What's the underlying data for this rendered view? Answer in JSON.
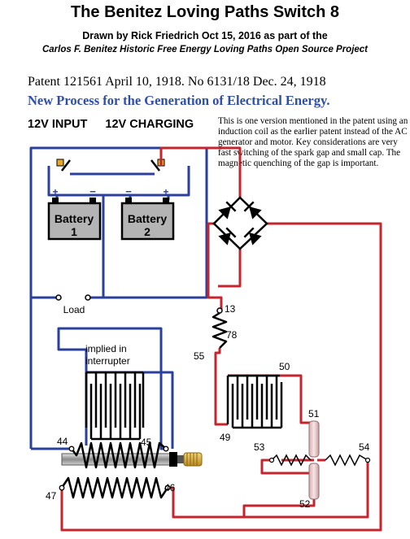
{
  "header": {
    "title": "The Benitez Loving Paths Switch 8",
    "author_line": "Drawn by Rick Friedrich Oct 15, 2016 as part of the",
    "project_line": "Carlos F. Benitez Historic Free Energy Loving Paths Open Source Project"
  },
  "patent": {
    "reference": "Patent 121561  April 10, 1918. No 6131/18  Dec. 24, 1918",
    "process_title": "New Process for the Generation of Electrical Energy."
  },
  "labels": {
    "input": "12V INPUT",
    "charging": "12V CHARGING",
    "note": "This is one version mentioned in the patent using an induction coil as the earlier patent instead of the AC generator and motor. Key considerations are very fast switching of the spark gap and small cap. The magnetic quenching of the gap is important."
  },
  "components": {
    "battery1": {
      "name": "Battery",
      "number": "1",
      "plus": "+",
      "minus": "−"
    },
    "battery2": {
      "name": "Battery",
      "number": "2",
      "plus": "+",
      "minus": "−"
    },
    "load": "Load",
    "interrupter_line1": "implied in",
    "interrupter_line2": "interrupter"
  },
  "nodes": {
    "n13": "13",
    "n78": "78",
    "n55": "55",
    "n50": "50",
    "n49": "49",
    "n51": "51",
    "n52": "52",
    "n53": "53",
    "n54": "54",
    "n44": "44",
    "n45": "45",
    "n46": "46",
    "n47": "47"
  },
  "colors": {
    "blue_wire": "#2b3f9c",
    "red_wire": "#c4262e",
    "battery_fill": "#b4b4b4",
    "title_blue": "#2e4ea8"
  }
}
